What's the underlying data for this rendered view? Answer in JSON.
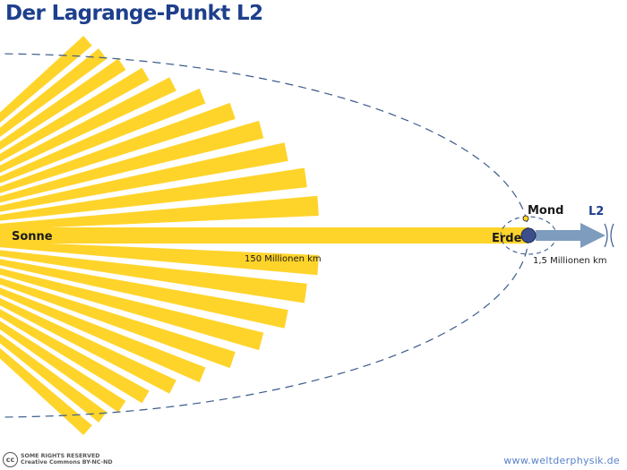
{
  "title": "Der Lagrange-Punkt L2",
  "labels": {
    "sun": "Sonne",
    "earth": "Erde",
    "moon": "Mond",
    "l2": "L2",
    "sun_earth_distance": "150 Millionen km",
    "earth_l2_distance": "1,5 Millionen km"
  },
  "license": {
    "badge": "cc",
    "line1": "SOME RIGHTS RESERVED",
    "line2": "Creative Commons BY-NC-ND"
  },
  "website": "www.weltderphysik.de",
  "colors": {
    "title": "#1d3f8c",
    "sun_rays": "#ffd42a",
    "orbit": "#3a5a8c",
    "arrow": "#7e9cbe",
    "earth": "#3c4f8c",
    "moon": "#ffd42a"
  },
  "icons": [
    "cc-license-icon"
  ]
}
